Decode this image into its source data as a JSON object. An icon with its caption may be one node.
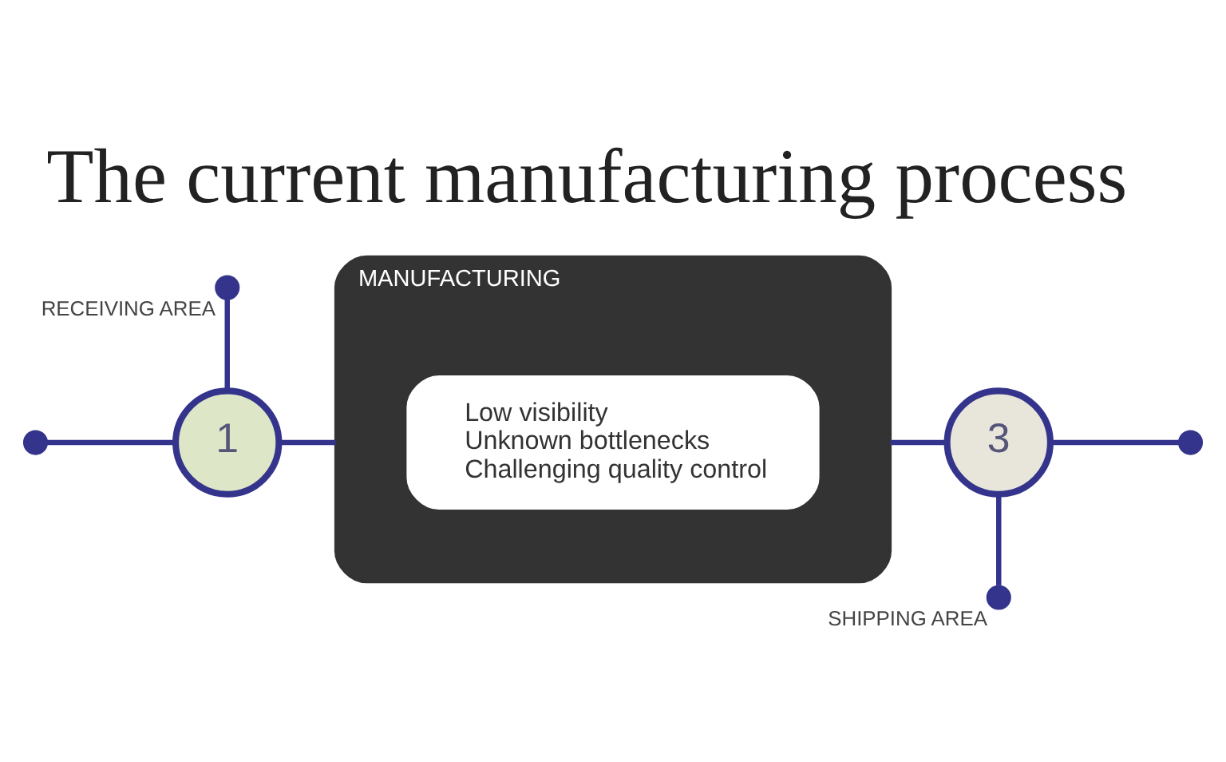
{
  "diagram": {
    "title": "The current manufacturing process",
    "nodes": [
      {
        "text": [],
        "shape": "circle",
        "beside": [
          "RECEIVING AREA"
        ]
      },
      {
        "text": [],
        "shape": "circle"
      },
      {
        "text": [
          "1"
        ]
      },
      {
        "text": [
          "MANUFACTURING"
        ]
      },
      {
        "text": [
          "Low visibility",
          "Unknown bottlenecks",
          "Challenging quality control"
        ],
        "in": 3
      },
      {
        "text": [
          "3"
        ]
      },
      {
        "text": [],
        "shape": "circle"
      },
      {
        "text": [],
        "shape": "circle",
        "beside": [
          "SHIPPING AREA"
        ]
      }
    ],
    "edges": [
      {
        "from": 0,
        "to": 2,
        "arrow": "none"
      },
      {
        "from": 1,
        "to": 2,
        "arrow": "none"
      },
      {
        "from": 2,
        "to": 3,
        "arrow": "none"
      },
      {
        "from": 3,
        "to": 5,
        "arrow": "none"
      },
      {
        "from": 5,
        "to": 6,
        "arrow": "none"
      },
      {
        "from": 5,
        "to": 7,
        "arrow": "none"
      }
    ]
  }
}
